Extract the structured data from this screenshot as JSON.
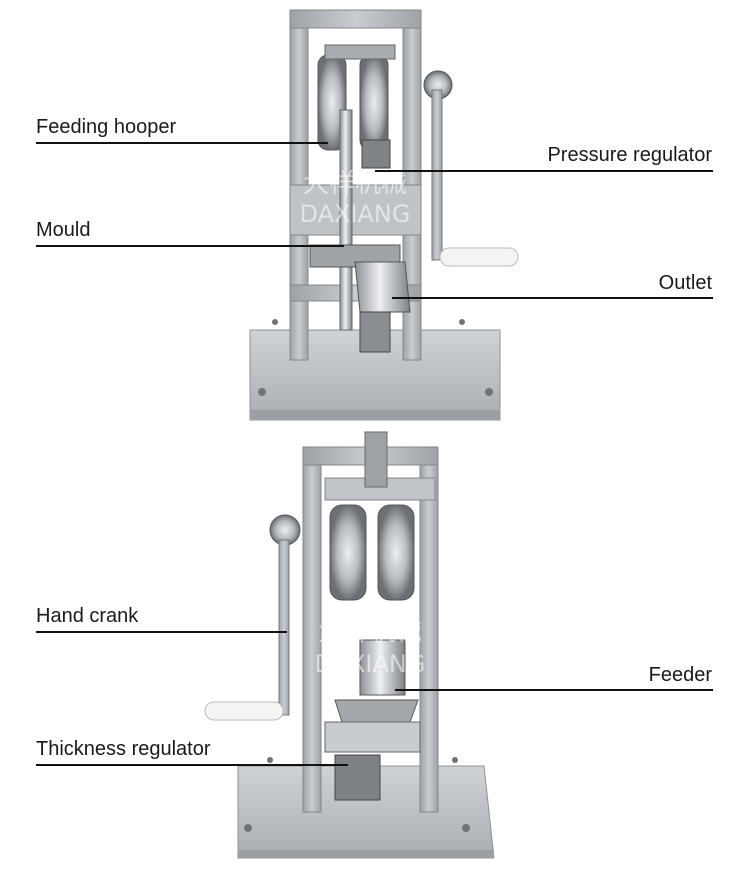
{
  "watermark": {
    "chinese": "大祥机械",
    "latin": "DAXIANG"
  },
  "labels": {
    "feeding_hooper": "Feeding hooper",
    "pressure_regulator": "Pressure regulator",
    "mould": "Mould",
    "outlet": "Outlet",
    "hand_crank": "Hand crank",
    "feeder": "Feeder",
    "thickness_regulator": "Thickness regulator"
  },
  "colors": {
    "frame": "#b9bec3",
    "frame_dark": "#8e9398",
    "base": "#c4c8cc",
    "steel": "#d9dcdf",
    "shadow": "#6f7378",
    "handle": "#f4f4f2",
    "line": "#111111"
  }
}
